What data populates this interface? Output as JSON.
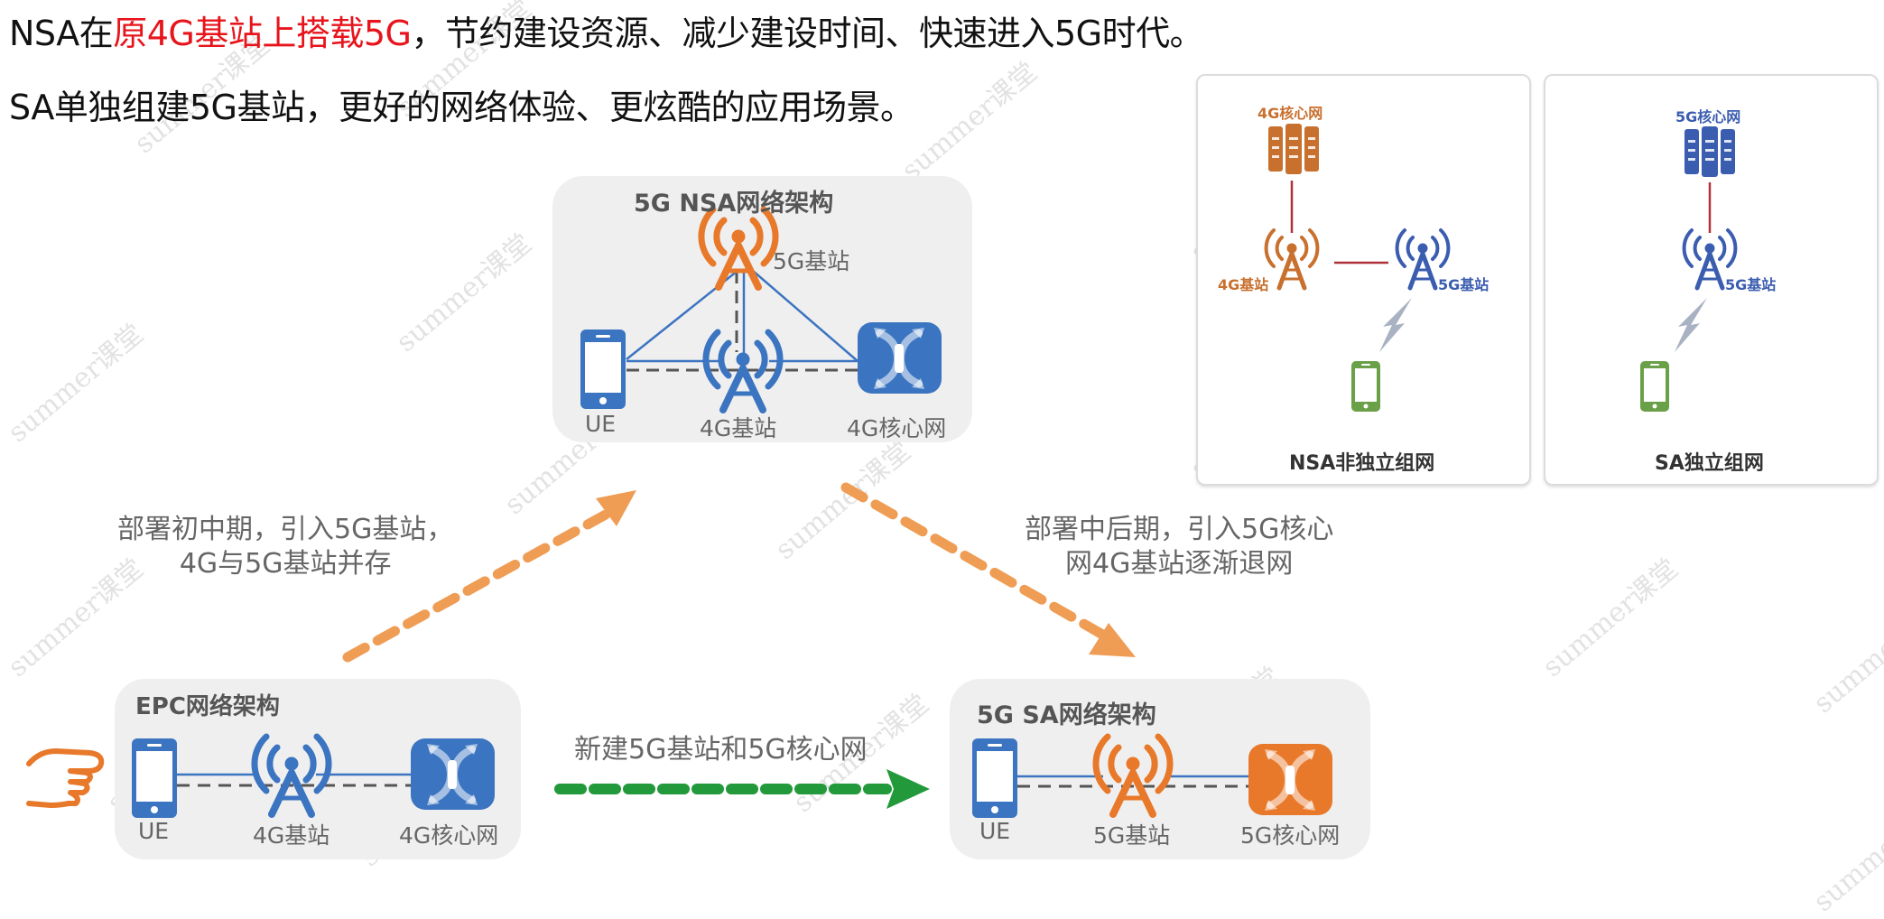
{
  "headline": {
    "line1_prefix": "NSA在",
    "line1_highlight": "原4G基站上搭载5G",
    "line1_suffix": "，节约建设资源、减少建设时间、快速进入5G时代。",
    "line2": "SA单独组建5G基站，更好的网络体验、更炫酷的应用场景。",
    "highlight_color": "#e8141c"
  },
  "colors": {
    "blue": "#3b74c0",
    "orange": "#e8782a",
    "green_arrow": "#22993a",
    "orange_arrow": "#ef9d55",
    "phone_green": "#6aa048",
    "link_red": "#b0323a",
    "panel_bg": "#efefef"
  },
  "panels": {
    "nsa": {
      "title": "5G NSA网络架构",
      "nodes": {
        "gnb": "5G基站",
        "ue": "UE",
        "enb": "4G基站",
        "core": "4G核心网"
      }
    },
    "epc": {
      "title": "EPC网络架构",
      "nodes": {
        "ue": "UE",
        "enb": "4G基站",
        "core": "4G核心网"
      }
    },
    "sa": {
      "title": "5G SA网络架构",
      "nodes": {
        "ue": "UE",
        "gnb": "5G基站",
        "core": "5G核心网"
      }
    }
  },
  "transitions": {
    "early": {
      "line1": "部署初中期，引入5G基站，",
      "line2": "4G与5G基站并存"
    },
    "late": {
      "line1": "部署中后期，引入5G核心",
      "line2": "网4G基站逐渐退网"
    },
    "direct": {
      "label": "新建5G基站和5G核心网"
    }
  },
  "cards": {
    "nsa": {
      "title": "NSA非独立组网",
      "core": "4G核心网",
      "enb": "4G基站",
      "gnb": "5G基站"
    },
    "sa": {
      "title": "SA独立组网",
      "core": "5G核心网",
      "gnb": "5G基站"
    }
  },
  "watermark": "summer课堂"
}
